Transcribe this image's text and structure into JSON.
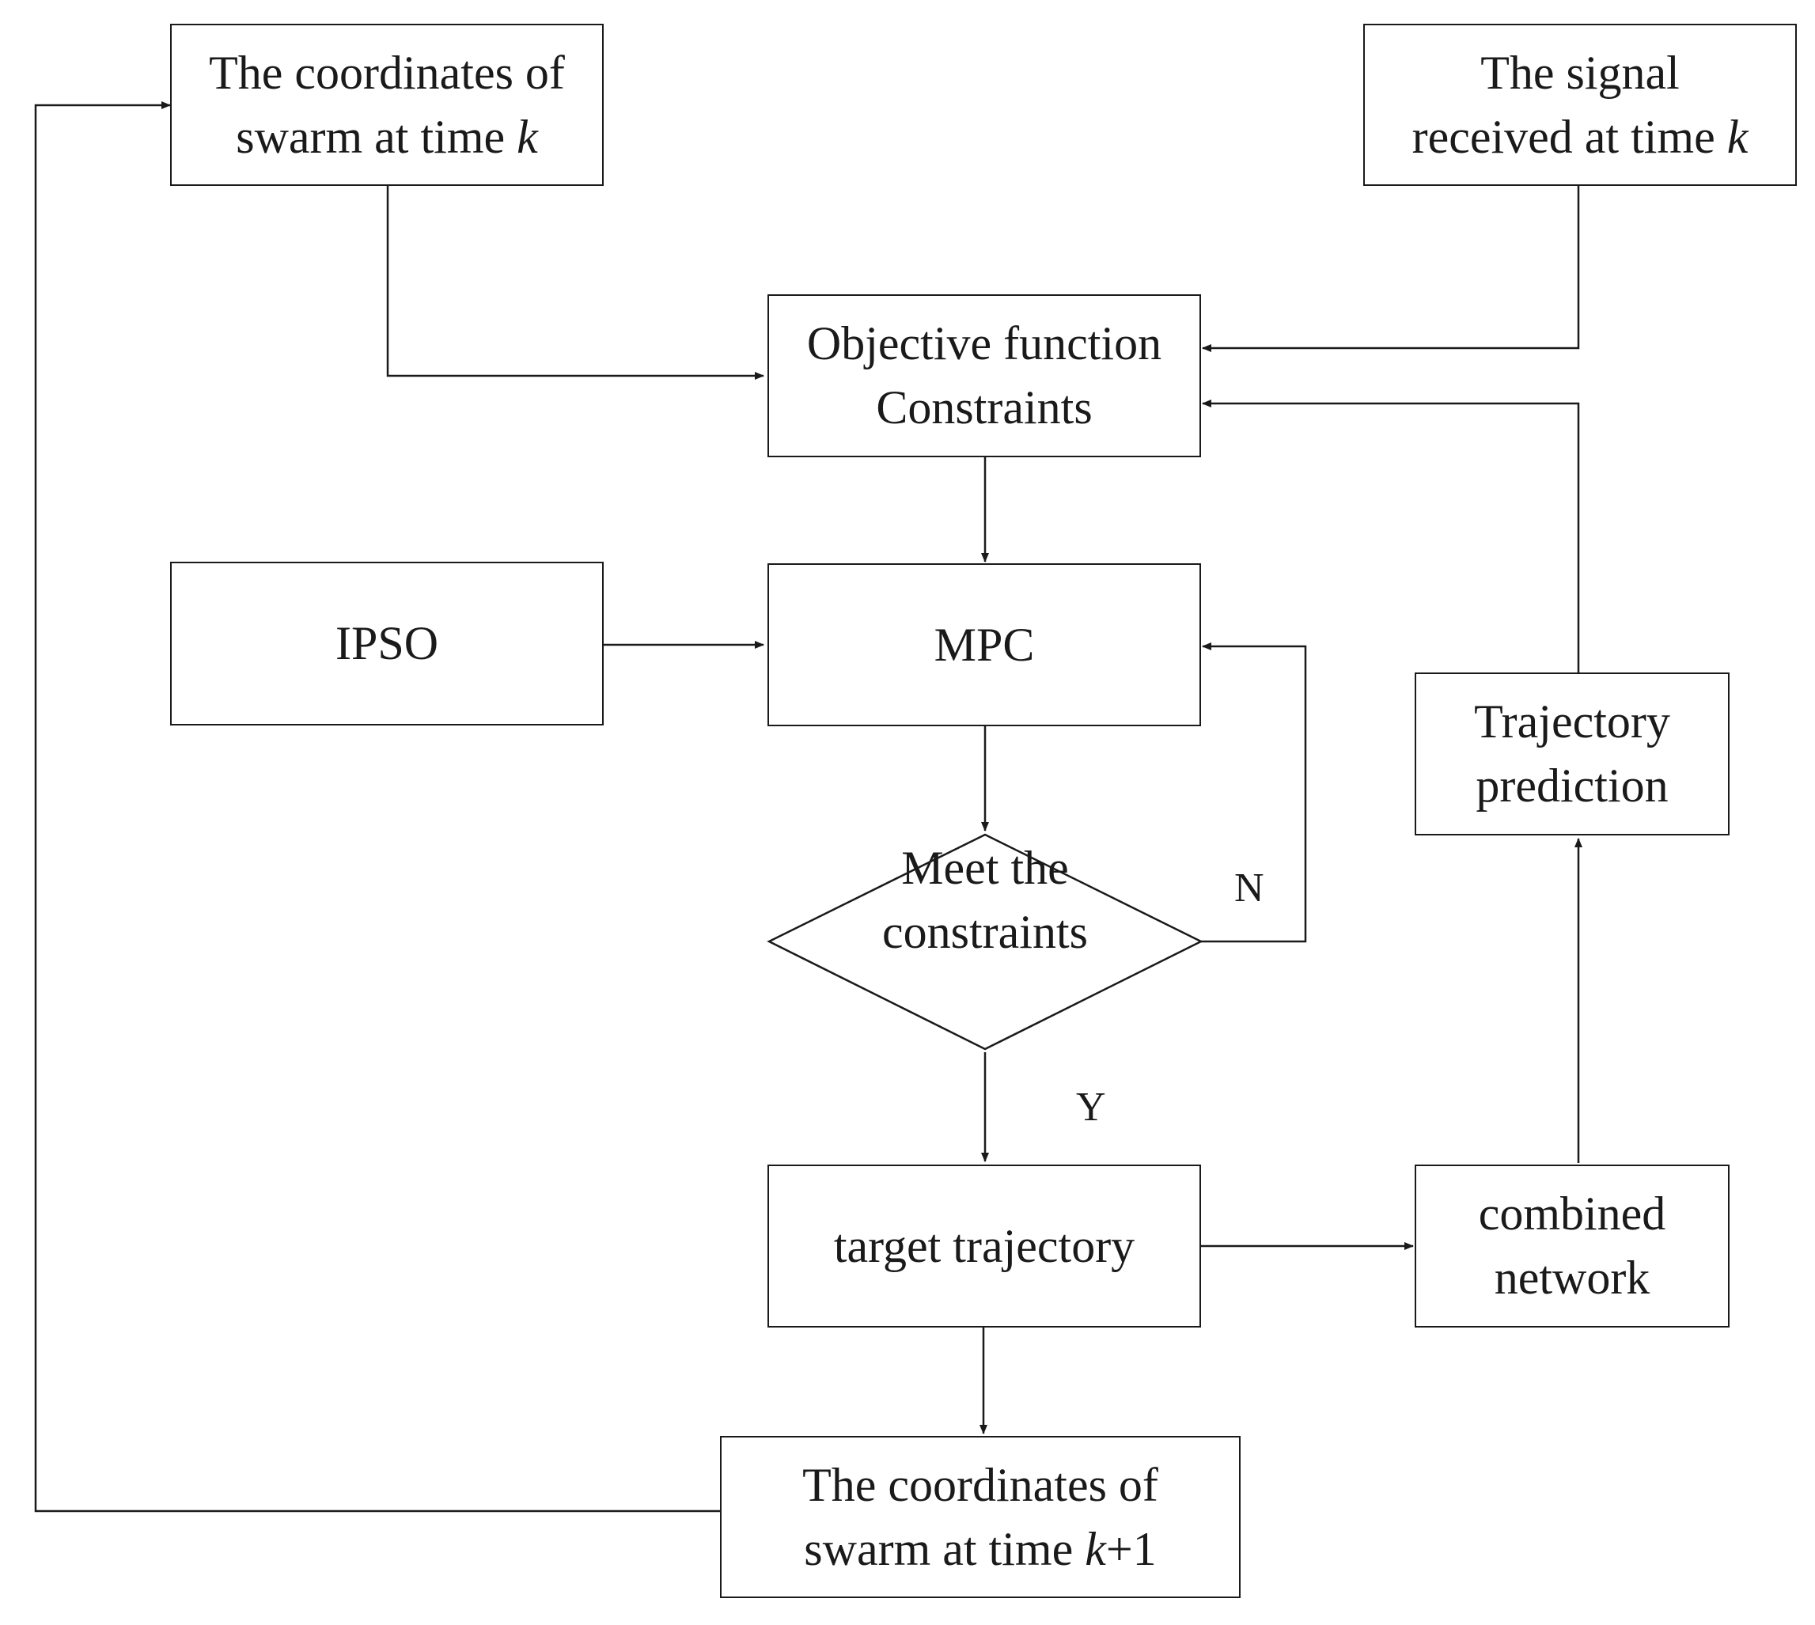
{
  "nodes": {
    "coords_k": {
      "lines": [
        "The coordinates of",
        "swarm at time"
      ],
      "var": "k"
    },
    "signal_k": {
      "lines": [
        "The signal",
        "received at time"
      ],
      "var": "k"
    },
    "objective": {
      "lines": [
        "Objective function",
        "Constraints"
      ]
    },
    "ipso": {
      "label": "IPSO"
    },
    "mpc": {
      "label": "MPC"
    },
    "decision": {
      "lines": [
        "Meet the",
        "constraints"
      ]
    },
    "target": {
      "label": "target trajectory"
    },
    "combined": {
      "lines": [
        "combined",
        "network"
      ]
    },
    "prediction": {
      "lines": [
        "Trajectory",
        "prediction"
      ]
    },
    "coords_k1": {
      "lines": [
        "The coordinates of",
        "swarm at time"
      ],
      "var": "k",
      "suffix": "+1"
    }
  },
  "edge_labels": {
    "no": "N",
    "yes": "Y"
  },
  "colors": {
    "stroke": "#1a1a1a",
    "background": "#ffffff"
  }
}
